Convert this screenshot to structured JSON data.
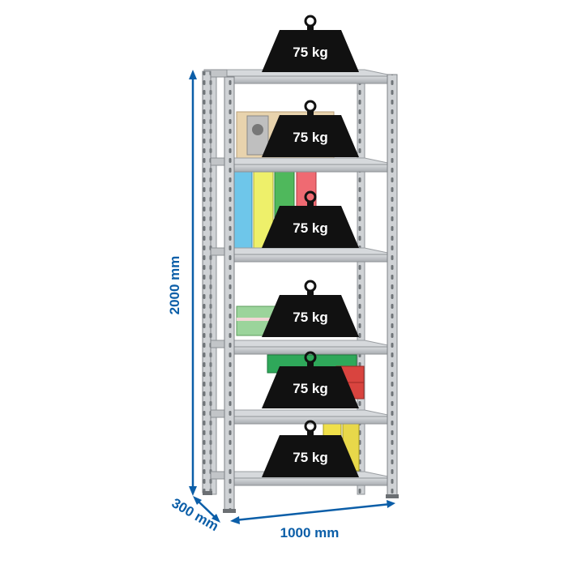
{
  "dimensions": {
    "height": "2000 mm",
    "width": "1000 mm",
    "depth": "300 mm"
  },
  "shelves": [
    {
      "load": "75 kg"
    },
    {
      "load": "75 kg"
    },
    {
      "load": "75 kg"
    },
    {
      "load": "75 kg"
    },
    {
      "load": "75 kg"
    },
    {
      "load": "75 kg"
    }
  ],
  "colors": {
    "dimension": "#0b5ea8",
    "weight": "#111111",
    "weight_text": "#ffffff",
    "steel": "#c4c7ca",
    "steel_dark": "#8e9296"
  }
}
